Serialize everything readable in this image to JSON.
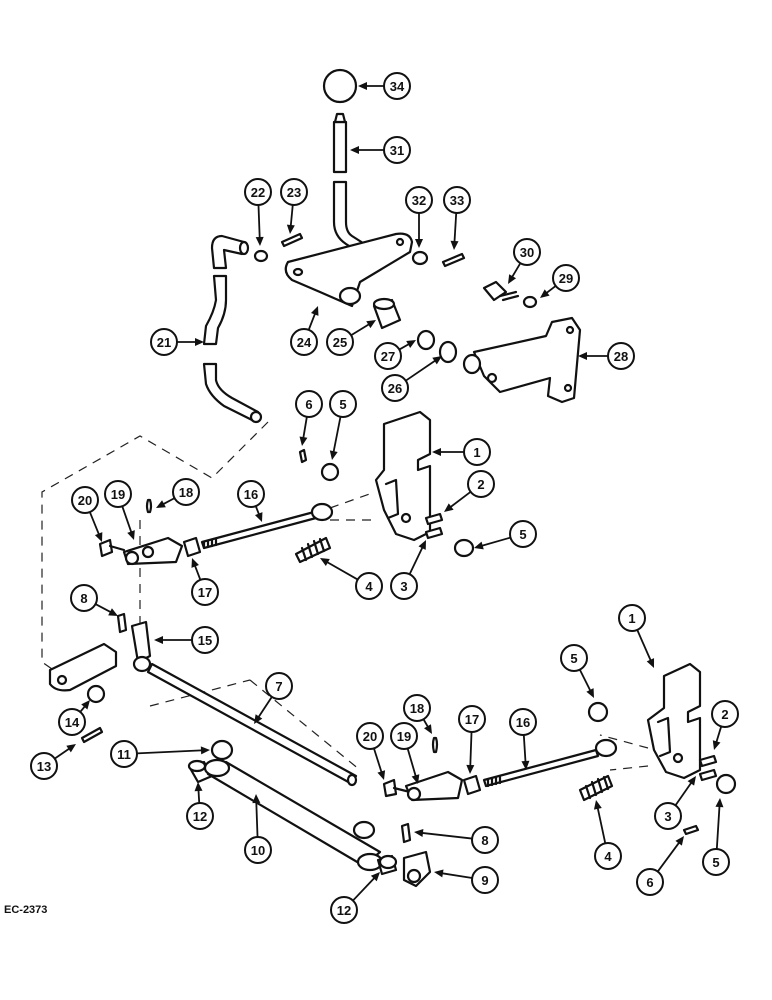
{
  "drawing_code": "EC-2373",
  "callouts": [
    {
      "label": "34"
    },
    {
      "label": "31"
    },
    {
      "label": "22"
    },
    {
      "label": "23"
    },
    {
      "label": "32"
    },
    {
      "label": "33"
    },
    {
      "label": "30"
    },
    {
      "label": "29"
    },
    {
      "label": "21"
    },
    {
      "label": "24"
    },
    {
      "label": "25"
    },
    {
      "label": "27"
    },
    {
      "label": "26"
    },
    {
      "label": "28"
    },
    {
      "label": "6"
    },
    {
      "label": "5"
    },
    {
      "label": "1"
    },
    {
      "label": "20"
    },
    {
      "label": "19"
    },
    {
      "label": "18"
    },
    {
      "label": "16"
    },
    {
      "label": "2"
    },
    {
      "label": "5"
    },
    {
      "label": "17"
    },
    {
      "label": "4"
    },
    {
      "label": "3"
    },
    {
      "label": "8"
    },
    {
      "label": "15"
    },
    {
      "label": "7"
    },
    {
      "label": "14"
    },
    {
      "label": "13"
    },
    {
      "label": "11"
    },
    {
      "label": "12"
    },
    {
      "label": "10"
    },
    {
      "label": "1"
    },
    {
      "label": "5"
    },
    {
      "label": "18"
    },
    {
      "label": "17"
    },
    {
      "label": "16"
    },
    {
      "label": "2"
    },
    {
      "label": "20"
    },
    {
      "label": "19"
    },
    {
      "label": "8"
    },
    {
      "label": "4"
    },
    {
      "label": "3"
    },
    {
      "label": "5"
    },
    {
      "label": "6"
    },
    {
      "label": "9"
    },
    {
      "label": "12"
    }
  ]
}
